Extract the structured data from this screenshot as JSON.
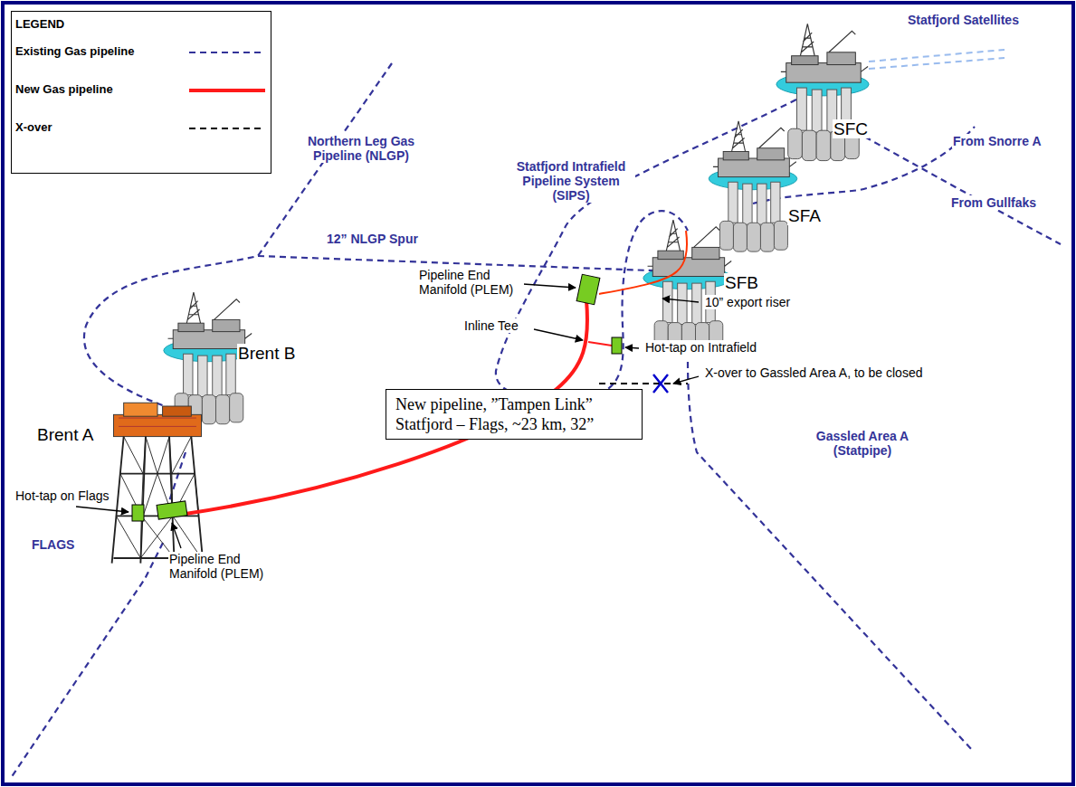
{
  "diagram": {
    "nodes": [
      {
        "text": [
          "New pipeline, ”Tampen Link” Statfjord – Flags, ~23 km, 32”"
        ]
      }
    ],
    "labels": [
      "LEGEND",
      "Statfjord Satellites",
      "SFC",
      "From Snorre A",
      "SFA",
      "From Gullfaks",
      "Statfjord Intrafield Pipeline System (SIPS)",
      "Northern Leg Gas Pipeline (NLGP)",
      "12” NLGP Spur",
      "SFB",
      "Pipeline End Manifold (PLEM)",
      "10” export riser",
      "Inline Tee",
      "Hot-tap on Intrafield",
      "Brent B",
      "X-over to Gassled Area A, to be closed",
      "Brent A",
      "Gassled Area A (Statpipe)",
      "Hot-tap on Flags",
      "FLAGS",
      "Pipeline End Manifold (PLEM)"
    ],
    "legend": [
      {
        "text": "Existing Gas pipeline"
      },
      {
        "text": "New Gas pipeline"
      },
      {
        "text": "X-over"
      }
    ]
  }
}
